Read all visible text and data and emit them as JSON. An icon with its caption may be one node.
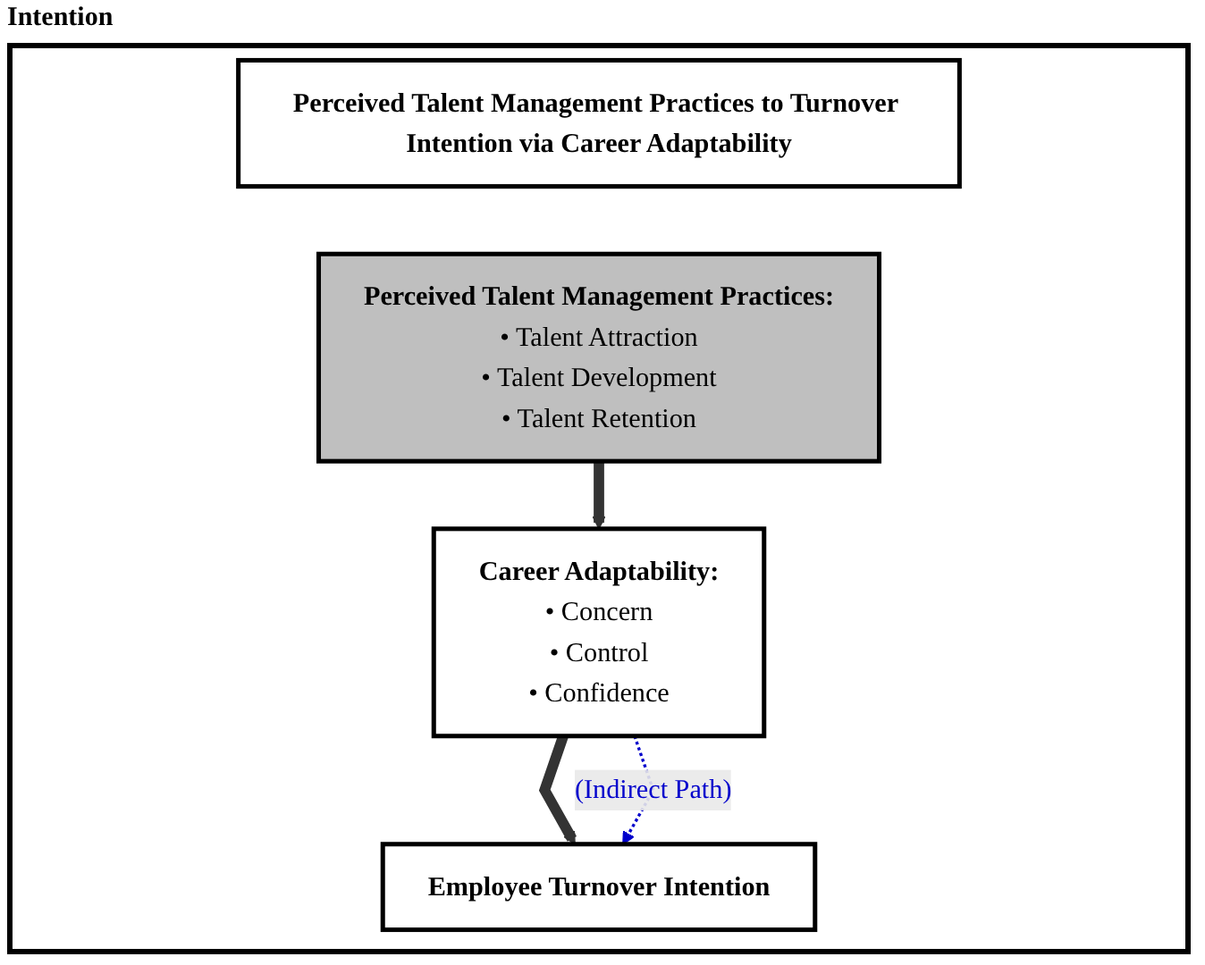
{
  "diagram": {
    "nodes": [
      {
        "text": [
          "Perceived Talent Management Practices to Turnover Intention via Career Adaptability"
        ]
      },
      {
        "text": [
          "Perceived Talent Management Practices:",
          "• Talent Attraction",
          "• Talent Development",
          "• Talent Retention"
        ]
      },
      {
        "text": [
          "Career Adaptability:",
          "• Concern",
          "• Control",
          "• Confidence"
        ]
      },
      {
        "text": [
          "Employee Turnover Intention"
        ]
      }
    ],
    "edges": [
      {
        "from": 1,
        "to": 2,
        "arrow": "to"
      },
      {
        "from": 2,
        "to": 3,
        "arrow": "to"
      },
      {
        "from": 2,
        "to": 3,
        "arrow": "to",
        "style": "dashed",
        "color": "#0000cc",
        "label": "(Indirect Path)"
      }
    ],
    "labels": [
      "Intention"
    ]
  }
}
